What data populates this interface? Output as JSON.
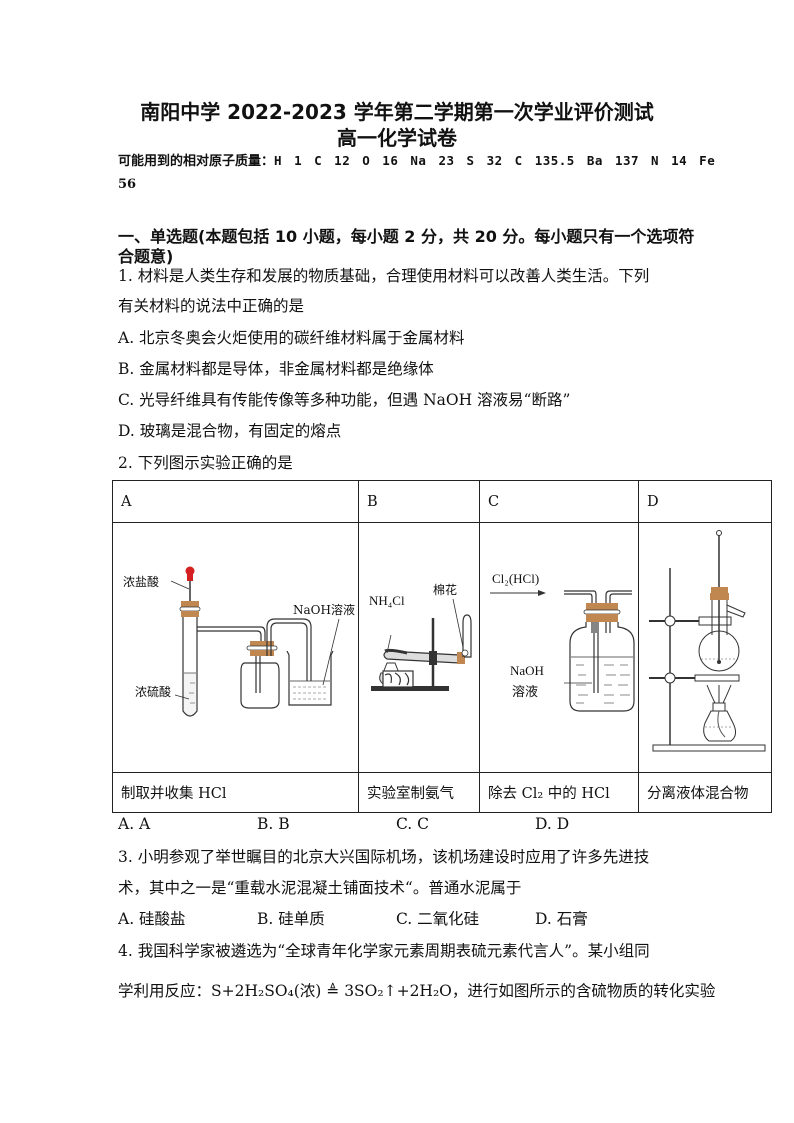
{
  "header": {
    "title_line1": "南阳中学 2022-2023 学年第二学期第一次学业评价测试",
    "title_line2": "高一化学试卷",
    "masses_label": "可能用到的相对原子质量：",
    "masses_values": "H 1  C 12  O 16  Na 23  S 32  C 135.5  Ba 137  N 14  Fe",
    "masses_wrap": "56"
  },
  "section1": {
    "heading_line1": "一、单选题(本题包括 10 小题，每小题 2 分，共 20 分。每小题只有一个选项符",
    "heading_line2": "合题意)"
  },
  "q1": {
    "stem_line1": "1. 材料是人类生存和发展的物质基础，合理使用材料可以改善人类生活。下列",
    "stem_line2": "有关材料的说法中正确的是",
    "options": [
      "A. 北京冬奥会火炬使用的碳纤维材料属于金属材料",
      "B. 金属材料都是导体，非金属材料都是绝缘体",
      "C. 光导纤维具有传能传像等多种功能，但遇 NaOH 溶液易“断路”",
      "D. 玻璃是混合物，有固定的熔点"
    ]
  },
  "q2": {
    "stem": "2. 下列图示实验正确的是",
    "table": {
      "headers": [
        "A",
        "B",
        "C",
        "D"
      ],
      "captions": [
        "制取并收集 HCl",
        "实验室制氨气",
        "除去 Cl₂ 中的 HCl",
        "分离液体混合物"
      ],
      "figure_labels": {
        "a_top": "浓盐酸",
        "a_bottom": "浓硫酸",
        "a_right": "NaOH溶液",
        "b_left": "NH₄Cl",
        "b_right": "棉花",
        "c_gas": "Cl₂(HCl)",
        "c_liquid_1": "NaOH",
        "c_liquid_2": "溶液"
      }
    },
    "options": [
      "A. A",
      "B. B",
      "C. C",
      "D. D"
    ]
  },
  "q3": {
    "stem_line1": "3. 小明参观了举世瞩目的北京大兴国际机场，该机场建设时应用了许多先进技",
    "stem_line2": "术，其中之一是“重载水泥混凝土铺面技术“。普通水泥属于",
    "options": [
      "A. 硅酸盐",
      "B. 硅单质",
      "C. 二氧化硅",
      "D. 石膏"
    ]
  },
  "q4": {
    "stem_line1": "4. 我国科学家被遴选为“全球青年化学家元素周期表硫元素代言人”。某小组同",
    "stem_line2_pre": "学利用反应：S+2H",
    "stem_line2_rest": "，进行如图所示的含硫物质的转化实验",
    "equation": "S+2H₂SO₄(浓) ≜ 3SO₂↑+2H₂O"
  },
  "colors": {
    "text": "#111111",
    "cork": "#c08850",
    "bulb": "#d42020",
    "border": "#222222"
  }
}
